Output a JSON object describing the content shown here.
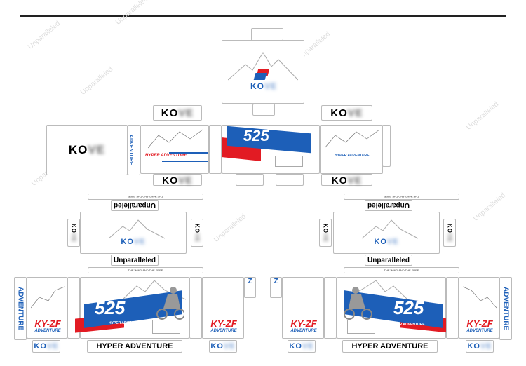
{
  "brand": {
    "logo_text": "KOVE",
    "visible_text": "KO",
    "accent_blue": "#1d5fb8",
    "accent_red": "#e21b23"
  },
  "watermark": "Unparalleled",
  "labels": {
    "unparalleled": "Unparalleled",
    "hyper_adventure": "HYPER ADVENTURE",
    "adventure": "ADVENTURE",
    "model": "KY-ZF",
    "model_sub": "ADVENTURE",
    "number": "525",
    "tagline": "HYPER ADVENTURE",
    "strip_text": "THE WIND AND THE FREE",
    "strip_arrows": "‹‹‹‹"
  }
}
